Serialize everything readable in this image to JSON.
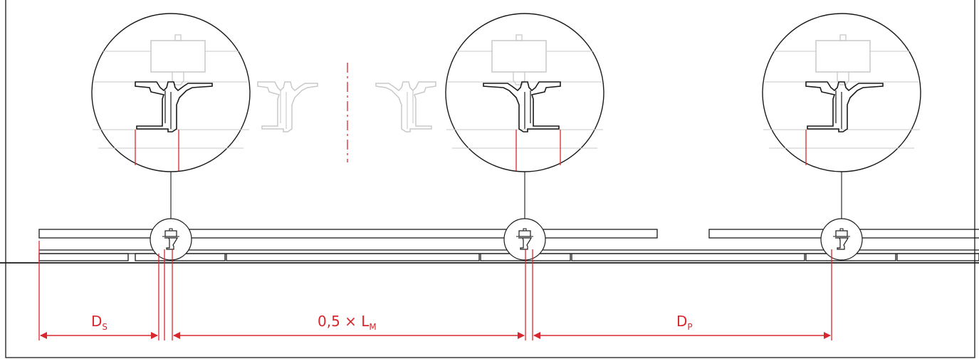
{
  "colors": {
    "ink": "#1a1a1a",
    "ghost": "#c8c8c8",
    "accent": "#d7282f"
  },
  "dimensions": [
    {
      "main": "D",
      "sub": "S"
    },
    {
      "main": "0,5 × L",
      "sub": "M"
    },
    {
      "main": "D",
      "sub": "P"
    }
  ]
}
